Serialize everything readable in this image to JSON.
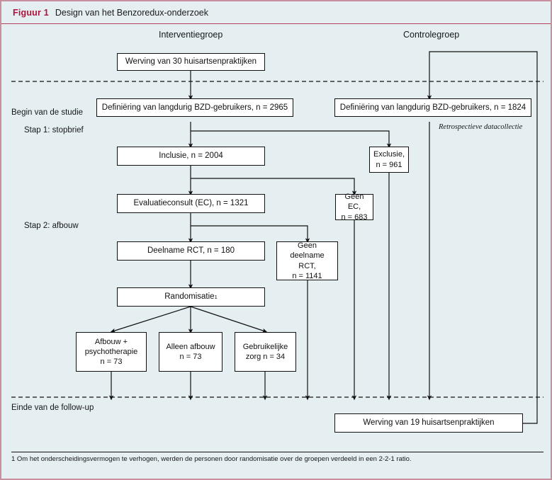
{
  "figure": {
    "number_label": "Figuur 1",
    "caption": "Design van het Benzoredux-onderzoek",
    "accent_color": "#b0123c",
    "frame_border_color": "#c8909e",
    "background_color": "#e5eef1"
  },
  "columns": {
    "intervention_header": "Interventiegroep",
    "control_header": "Controlegroep"
  },
  "side_labels": {
    "begin": "Begin van de studie",
    "step1": "Stap 1: stopbrief",
    "step2": "Stap 2: afbouw",
    "end_followup": "Einde van de follow-up"
  },
  "annotations": {
    "retrospective": "Retrospectieve datacollectie"
  },
  "boxes": {
    "recruit_intervention": "Werving van 30 huisartsenpraktijken",
    "define_intervention": "Definiëring van langdurig BZD-gebruikers, n = 2965",
    "define_control": "Definiëring van langdurig BZD-gebruikers, n = 1824",
    "inclusion": "Inclusie, n = 2004",
    "exclusion_l1": "Exclusie,",
    "exclusion_l2": "n = 961",
    "evaluation": "Evaluatieconsult (EC), n = 1321",
    "no_ec_l1": "Geen EC,",
    "no_ec_l2": "n = 683",
    "rct_participation": "Deelname RCT, n = 180",
    "no_rct_l1": "Geen deelname",
    "no_rct_l2": "RCT,",
    "no_rct_l3": "n = 1141",
    "randomisation": "Randomisatie",
    "randomisation_sup": "1",
    "arm1_l1": "Afbouw +",
    "arm1_l2": "psychotherapie",
    "arm1_l3": "n = 73",
    "arm2_l1": "Alleen afbouw",
    "arm2_l2": "n = 73",
    "arm3_l1": "Gebruikelijke",
    "arm3_l2": "zorg n = 34",
    "recruit_control": "Werving van 19 huisartsenpraktijken"
  },
  "footnote": "1 Om het onderscheidingsvermogen te verhogen, werden de personen door randomisatie over de groepen verdeeld in een 2-2-1 ratio.",
  "chart_data": {
    "type": "diagram",
    "title": "Design van het Benzoredux-onderzoek",
    "nodes": [
      {
        "id": "recruit_intervention",
        "label": "Werving van 30 huisartsenpraktijken",
        "group": "Interventiegroep"
      },
      {
        "id": "define_intervention",
        "label": "Definiëring van langdurig BZD-gebruikers",
        "n": 2965,
        "group": "Interventiegroep"
      },
      {
        "id": "inclusion",
        "label": "Inclusie",
        "n": 2004,
        "group": "Interventiegroep"
      },
      {
        "id": "exclusion",
        "label": "Exclusie",
        "n": 961,
        "group": "Interventiegroep"
      },
      {
        "id": "evaluation",
        "label": "Evaluatieconsult (EC)",
        "n": 1321,
        "group": "Interventiegroep"
      },
      {
        "id": "no_ec",
        "label": "Geen EC",
        "n": 683,
        "group": "Interventiegroep"
      },
      {
        "id": "rct_participation",
        "label": "Deelname RCT",
        "n": 180,
        "group": "Interventiegroep"
      },
      {
        "id": "no_rct",
        "label": "Geen deelname RCT",
        "n": 1141,
        "group": "Interventiegroep"
      },
      {
        "id": "randomisation",
        "label": "Randomisatie",
        "group": "Interventiegroep"
      },
      {
        "id": "arm1",
        "label": "Afbouw + psychotherapie",
        "n": 73,
        "group": "Interventiegroep"
      },
      {
        "id": "arm2",
        "label": "Alleen afbouw",
        "n": 73,
        "group": "Interventiegroep"
      },
      {
        "id": "arm3",
        "label": "Gebruikelijke zorg",
        "n": 34,
        "group": "Interventiegroep"
      },
      {
        "id": "recruit_control",
        "label": "Werving van 19 huisartsenpraktijken",
        "group": "Controlegroep"
      },
      {
        "id": "define_control",
        "label": "Definiëring van langdurig BZD-gebruikers",
        "n": 1824,
        "group": "Controlegroep"
      }
    ],
    "edges": [
      {
        "from": "recruit_intervention",
        "to": "define_intervention"
      },
      {
        "from": "define_intervention",
        "to": "inclusion"
      },
      {
        "from": "define_intervention",
        "to": "exclusion"
      },
      {
        "from": "inclusion",
        "to": "evaluation"
      },
      {
        "from": "inclusion",
        "to": "no_ec"
      },
      {
        "from": "evaluation",
        "to": "rct_participation"
      },
      {
        "from": "evaluation",
        "to": "no_rct"
      },
      {
        "from": "rct_participation",
        "to": "randomisation"
      },
      {
        "from": "randomisation",
        "to": "arm1"
      },
      {
        "from": "randomisation",
        "to": "arm2"
      },
      {
        "from": "randomisation",
        "to": "arm3"
      },
      {
        "from": "recruit_control",
        "to": "define_control"
      }
    ],
    "phase_dividers": [
      "Begin van de studie",
      "Einde van de follow-up"
    ],
    "randomisation_ratio": "2-2-1"
  }
}
